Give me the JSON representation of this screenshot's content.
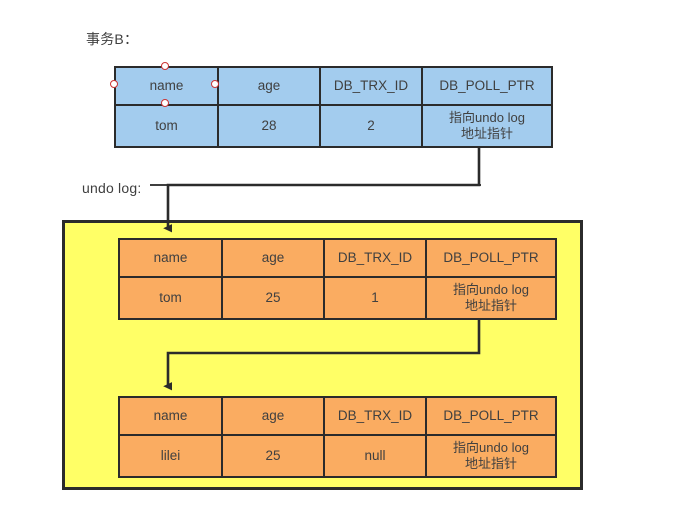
{
  "diagram": {
    "title_txn": "事务B：",
    "title_undo": "undo log:",
    "colors": {
      "current_row_fill": "#A3CCEE",
      "undo_row_fill": "#FAAC61",
      "undo_container_fill": "#FFFF66",
      "stroke": "#2B2B2B",
      "handle_stroke": "#CC3333"
    },
    "columns": [
      "name",
      "age",
      "DB_TRX_ID",
      "DB_POLL_PTR"
    ],
    "pointer_text_line1": "指向undo log",
    "pointer_text_line2": "地址指针",
    "tables": [
      {
        "id": "current",
        "style": "blue",
        "headers": [
          "name",
          "age",
          "DB_TRX_ID",
          "DB_POLL_PTR"
        ],
        "values": {
          "name": "tom",
          "age": "28",
          "trx_id": "2",
          "ptr_line1": "指向undo log",
          "ptr_line2": "地址指针"
        }
      },
      {
        "id": "undo-1",
        "style": "orange",
        "headers": [
          "name",
          "age",
          "DB_TRX_ID",
          "DB_POLL_PTR"
        ],
        "values": {
          "name": "tom",
          "age": "25",
          "trx_id": "1",
          "ptr_line1": "指向undo log",
          "ptr_line2": "地址指针"
        }
      },
      {
        "id": "undo-2",
        "style": "orange",
        "headers": [
          "name",
          "age",
          "DB_TRX_ID",
          "DB_POLL_PTR"
        ],
        "values": {
          "name": "lilei",
          "age": "25",
          "trx_id": "null",
          "ptr_line1": "指向undo log",
          "ptr_line2": "地址指针"
        }
      }
    ]
  }
}
